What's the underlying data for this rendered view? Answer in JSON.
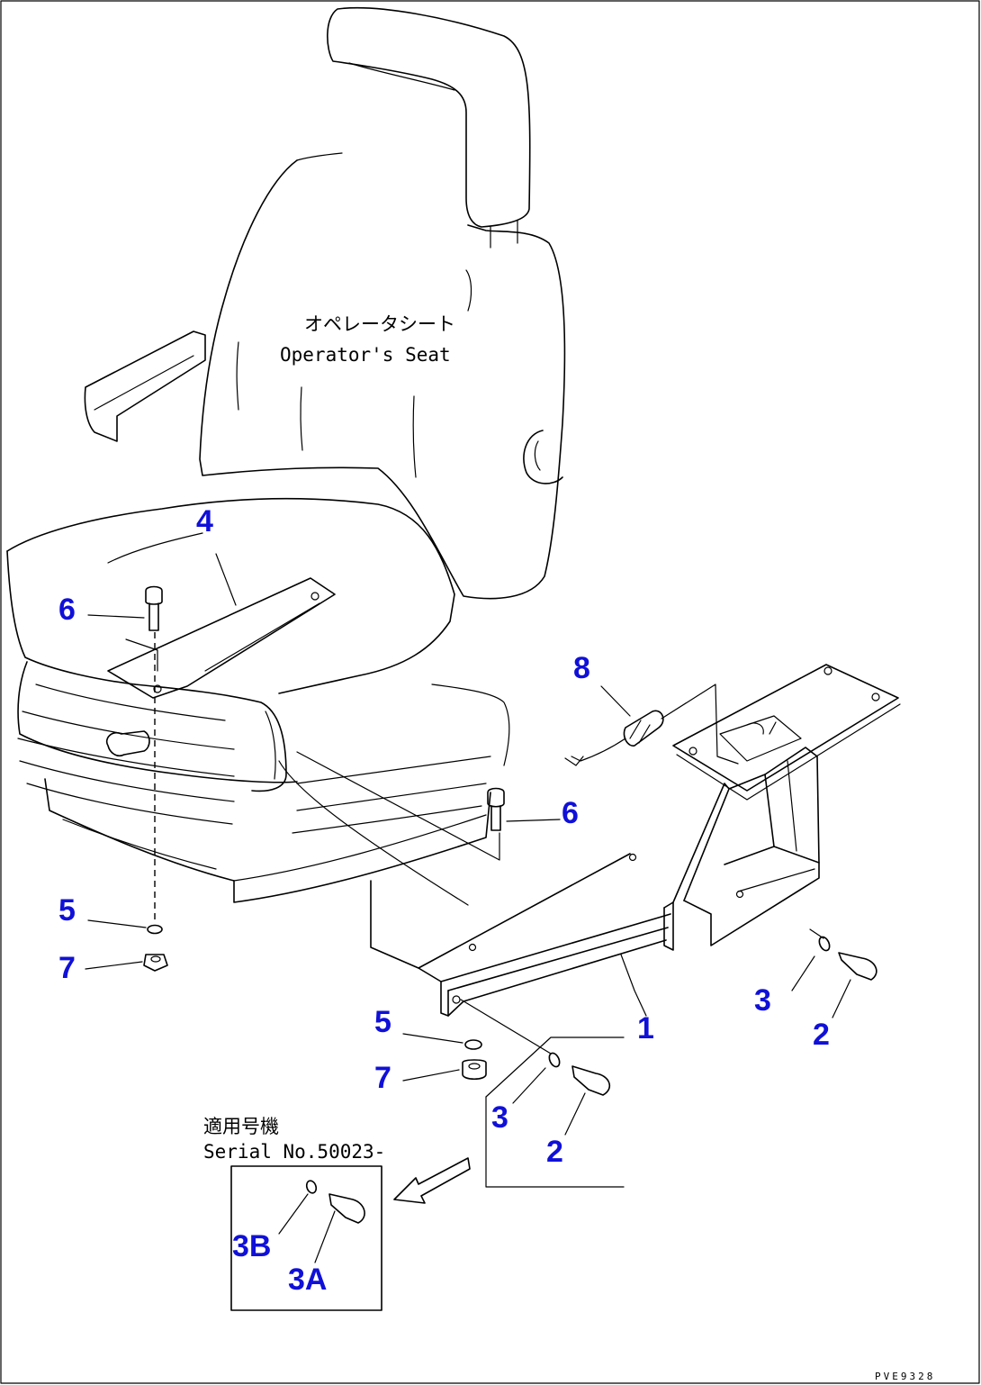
{
  "seat_label": {
    "jp": "オペレータシート",
    "en": "Operator's Seat"
  },
  "callouts": {
    "c1": "1",
    "c2a": "2",
    "c2b": "2",
    "c3a": "3",
    "c3b": "3",
    "c3A": "3A",
    "c3B": "3B",
    "c4": "4",
    "c5a": "5",
    "c5b": "5",
    "c6a": "6",
    "c6b": "6",
    "c7a": "7",
    "c7b": "7",
    "c8": "8"
  },
  "serial_note": {
    "jp": "適用号機",
    "en": "Serial No.50023-"
  },
  "drawing_code": "PVE9328",
  "colors": {
    "callout": "#1010d8",
    "line": "#000000"
  }
}
